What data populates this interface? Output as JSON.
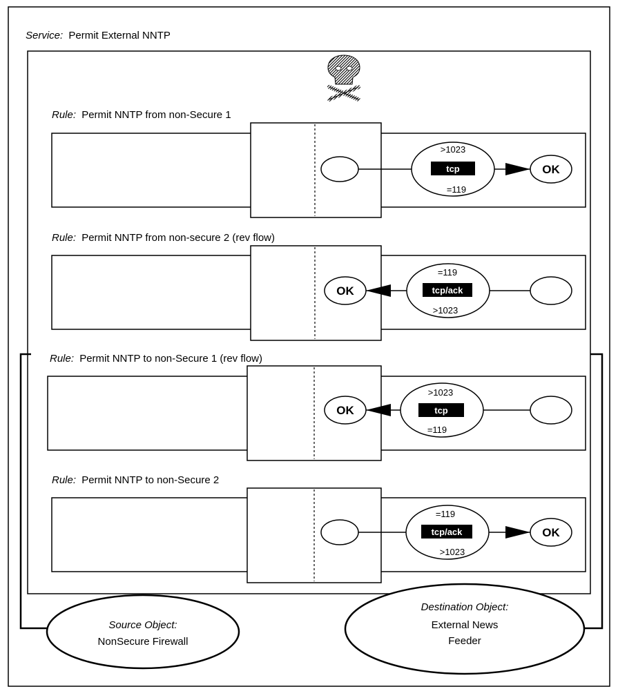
{
  "service": {
    "prefix": "Service:",
    "name": "Permit External NNTP"
  },
  "rules": [
    {
      "prefix": "Rule:",
      "name": "Permit NNTP from non-Secure 1",
      "direction": "right",
      "protocol": "tcp",
      "top_port": ">1023",
      "bottom_port": "=119",
      "result": "OK"
    },
    {
      "prefix": "Rule:",
      "name": "Permit  NNTP from non-secure 2 (rev flow)",
      "direction": "left",
      "protocol": "tcp/ack",
      "top_port": "=119",
      "bottom_port": ">1023",
      "result": "OK"
    },
    {
      "prefix": "Rule:",
      "name": "Permit NNTP to non-Secure 1 (rev flow)",
      "direction": "left",
      "protocol": "tcp",
      "top_port": ">1023",
      "bottom_port": "=119",
      "result": "OK"
    },
    {
      "prefix": "Rule:",
      "name": "Permit  NNTP to non-Secure 2",
      "direction": "right",
      "protocol": "tcp/ack",
      "top_port": "=119",
      "bottom_port": ">1023",
      "result": "OK"
    }
  ],
  "source_object": {
    "prefix": "Source Object:",
    "line1": "NonSecure Firewall"
  },
  "destination_object": {
    "prefix": "Destination Object:",
    "line1": "External News",
    "line2": "Feeder"
  },
  "icons": {
    "service_icon": "skull-crossbones-icon"
  },
  "colors": {
    "stroke": "#000000",
    "protocol_fill": "#000000",
    "background": "#ffffff"
  }
}
